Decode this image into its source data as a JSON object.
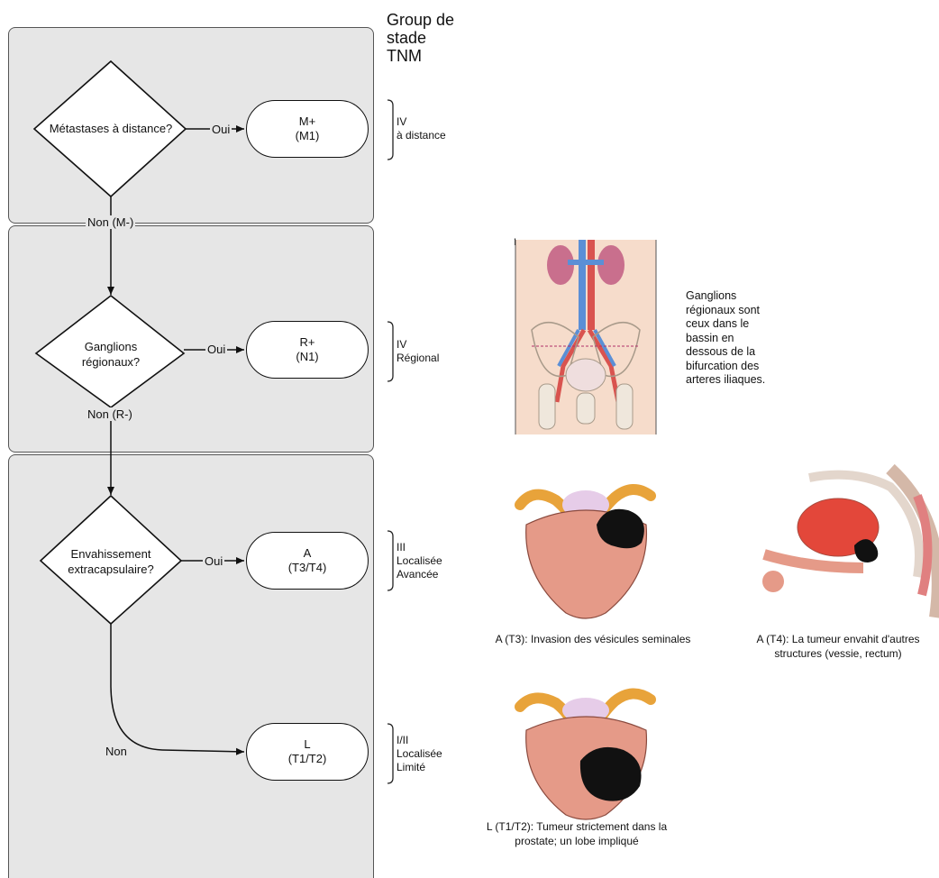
{
  "heading": [
    "Group de",
    "stade",
    "TNM"
  ],
  "decisions": [
    {
      "lines": [
        "Métastases à distance?"
      ]
    },
    {
      "lines": [
        "Ganglions",
        "régionaux?"
      ]
    },
    {
      "lines": [
        "Envahissement",
        "extracapsulaire?"
      ]
    }
  ],
  "yes_label": "Oui",
  "no_labels": [
    "Non (M-)",
    "Non (R-)",
    "Non"
  ],
  "outcomes": [
    {
      "line1": "M+",
      "line2": "(M1)"
    },
    {
      "line1": "R+",
      "line2": "(N1)"
    },
    {
      "line1": "A",
      "line2": "(T3/T4)"
    },
    {
      "line1": "L",
      "line2": "(T1/T2)"
    }
  ],
  "stages": [
    {
      "lines": [
        "IV",
        "à distance"
      ]
    },
    {
      "lines": [
        "IV",
        "Régional"
      ]
    },
    {
      "lines": [
        "III",
        "Localisée",
        "Avancée"
      ]
    },
    {
      "lines": [
        "I/II",
        "Localisée",
        "Limité"
      ]
    }
  ],
  "image_note_label": "I",
  "lymph_note": [
    "Ganglions",
    "régionaux sont",
    "ceux dans le",
    "bassin en",
    "dessous de la",
    "bifurcation des",
    "arteres iliaques."
  ],
  "captions": {
    "t3": "A (T3): Invasion des vésicules seminales",
    "t4": [
      "A (T4): La tumeur envahit d'autres",
      "structures (vessie, rectum)"
    ],
    "t1t2": [
      "L (T1/T2): Tumeur strictement dans la",
      "prostate; un lobe impliqué"
    ]
  },
  "colors": {
    "panel": "#e6e6e6",
    "tumor": "#111111",
    "prostate": "#e59a88",
    "vessel_red": "#d9534f",
    "vessel_blue": "#5b8fd6",
    "vesicle": "#e8a33a"
  }
}
